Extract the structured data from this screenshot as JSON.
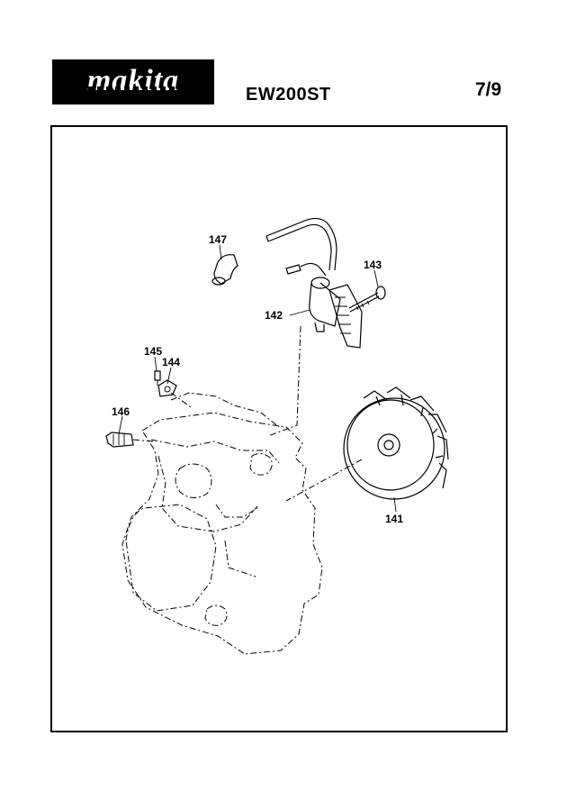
{
  "header": {
    "brand": "makita",
    "model": "EW200ST",
    "page": "7/9"
  },
  "diagram": {
    "parts": [
      {
        "id": "p141",
        "label": "141"
      },
      {
        "id": "p142",
        "label": "142"
      },
      {
        "id": "p143",
        "label": "143"
      },
      {
        "id": "p144",
        "label": "144"
      },
      {
        "id": "p145",
        "label": "145"
      },
      {
        "id": "p146",
        "label": "146"
      },
      {
        "id": "p147",
        "label": "147"
      }
    ]
  }
}
